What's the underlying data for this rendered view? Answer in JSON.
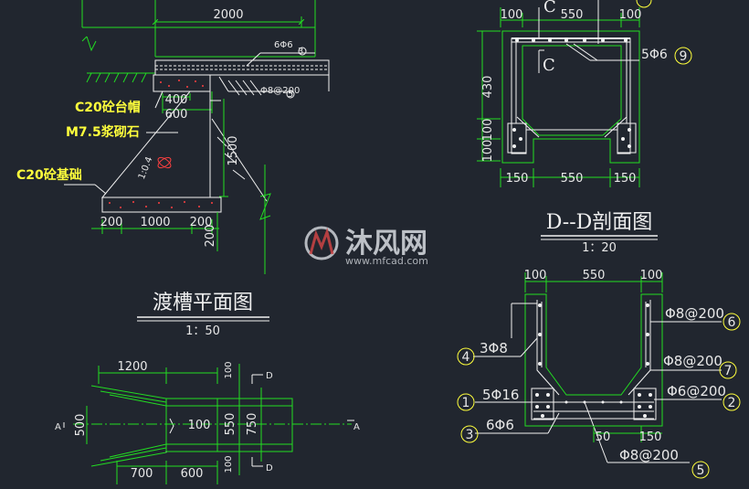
{
  "elevation": {
    "dim_top": "2000",
    "rebar_top": "6Φ6",
    "rebar_top_mark": "3",
    "stirrup": "Φ8@200",
    "stirrup_mark": "5",
    "label_cap": "C20砼台帽",
    "label_masonry": "M7.5浆砌石",
    "label_footing": "C20砼基础",
    "dim_400": "400",
    "dim_600": "600",
    "dim_1500": "1500",
    "dim_bottom_left": "200",
    "dim_bottom_mid": "1000",
    "dim_bottom_right": "200",
    "dim_footing_h": "200",
    "slope": "1:0.4",
    "title": "渡槽平面图",
    "scale": "1：50"
  },
  "plan": {
    "dim_1200": "1200",
    "dim_700": "700",
    "dim_600": "600",
    "dim_500": "500",
    "dim_100": "100",
    "dim_v100a": "100",
    "dim_v550": "550",
    "dim_v100b": "100",
    "dim_750": "750",
    "sec_a_left": "A",
    "sec_a_right": "A",
    "sec_d_top": "D",
    "sec_d_bottom": "D"
  },
  "section_dd": {
    "dim_top_left": "100",
    "dim_top_mid": "550",
    "dim_top_right": "100",
    "dim_bot_left": "150",
    "dim_bot_mid": "550",
    "dim_bot_right": "150",
    "dim_v430": "430",
    "dim_v100a": "100",
    "dim_v100b": "100",
    "label_c_top": "C",
    "label_c_mid": "C",
    "rebar": "5Φ6",
    "rebar_mark": "9",
    "title": "D--D剖面图",
    "scale": "1：20"
  },
  "section_c": {
    "dim_top_left": "100",
    "dim_top_mid": "550",
    "dim_top_right": "100",
    "dim_bot_50": "50",
    "dim_bot_150": "150",
    "r1_text": "5Φ16",
    "r1_mark": "1",
    "r2_text": "Φ6@200",
    "r2_mark": "2",
    "r3_text": "6Φ6",
    "r3_mark": "3",
    "r4_text": "3Φ8",
    "r4_mark": "4",
    "r5_text": "Φ8@200",
    "r5_mark": "5",
    "r6_text": "Φ8@200",
    "r6_mark": "6",
    "r7_text": "Φ8@200",
    "r7_mark": "7"
  },
  "watermark": {
    "brand": "沐风网",
    "url": "www.mfcad.com"
  },
  "colors": {
    "background": "#21262f",
    "dim_line": "#22dd22",
    "outline": "#f2f2f2",
    "label": "#ffff3c",
    "rebar": "#f2f2f2",
    "accent_red": "#ff4040"
  }
}
